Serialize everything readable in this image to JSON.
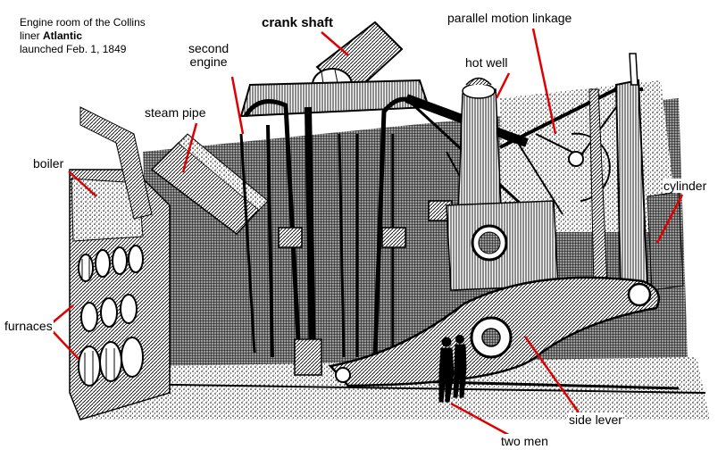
{
  "caption": {
    "line1": "Engine room of the Collins",
    "line2_prefix": "liner ",
    "line2_ship": "Atlantic",
    "line3": "launched Feb. 1, 1849"
  },
  "labels": {
    "crank_shaft": "crank shaft",
    "parallel_motion": "parallel motion linkage",
    "second_engine_1": "second",
    "second_engine_2": "engine",
    "hot_well": "hot well",
    "steam_pipe": "steam pipe",
    "boiler": "boiler",
    "cylinder": "cylinder",
    "furnaces": "furnaces",
    "side_lever": "side lever",
    "two_men": "two men"
  },
  "colors": {
    "pointer": "#e00000",
    "ink": "#000000",
    "paper": "#ffffff"
  }
}
